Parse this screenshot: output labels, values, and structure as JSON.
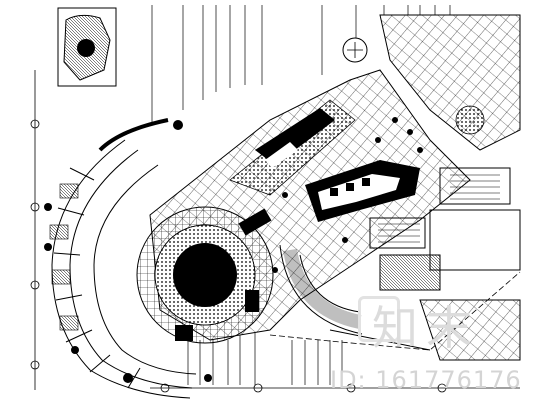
{
  "drawing": {
    "title": "Restaurant interior floor plan (CAD)",
    "line_color": "#000000",
    "background": "#ffffff",
    "watermark_color": "#d8d8d8"
  },
  "watermark": {
    "logo_text": "知末",
    "id_text": "ID: 161776176"
  }
}
